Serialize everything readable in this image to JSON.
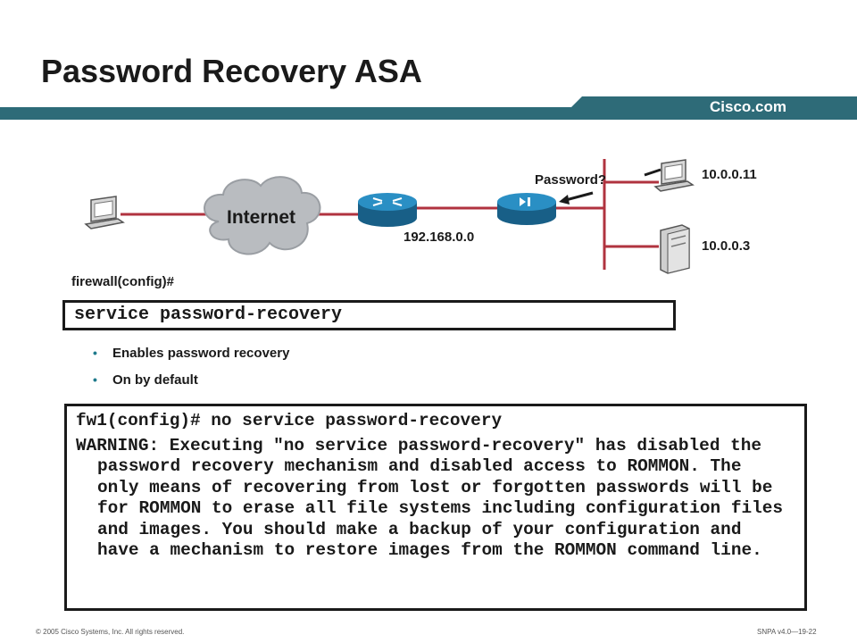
{
  "slide": {
    "title": "Password Recovery ASA",
    "brand": "Cisco.com",
    "colors": {
      "brand_bar": "#2e6b78",
      "link": "#b0333f",
      "router": "#1f7fb0",
      "cloud": "#b9bcc0",
      "bullet": "#1f7a8c"
    }
  },
  "diagram": {
    "cloud_label": "Internet",
    "network_label": "192.168.0.0",
    "password_label": "Password?",
    "host1_ip": "10.0.0.11",
    "server_ip": "10.0.0.3"
  },
  "config": {
    "prompt": "firewall(config)#",
    "command": "service password-recovery",
    "bullets": [
      "Enables password recovery",
      "On by default"
    ]
  },
  "output": {
    "command": "fw1(config)# no service password-recovery",
    "warning": "WARNING: Executing \"no service password-recovery\" has disabled the password recovery mechanism and disabled access to ROMMON. The only means of recovering from lost or forgotten passwords will be for ROMMON to erase all file systems including configuration files and images. You should make a backup of your configuration and have a mechanism to restore images from the ROMMON command line."
  },
  "footer": {
    "copyright": "© 2005 Cisco Systems, Inc. All rights reserved.",
    "course": "SNPA v4.0—19-22"
  }
}
